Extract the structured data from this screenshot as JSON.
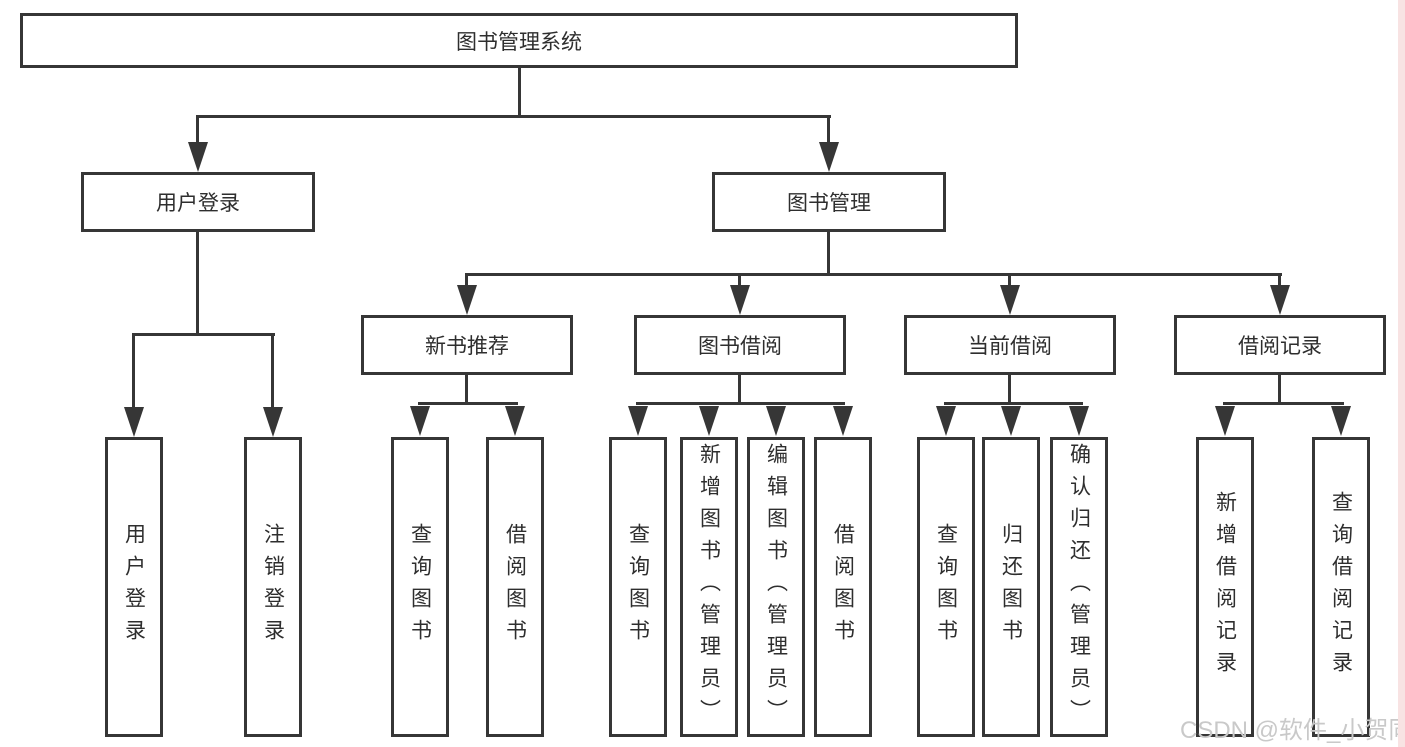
{
  "diagram": {
    "root": {
      "label": "图书管理系统"
    },
    "branches": [
      {
        "label": "用户登录",
        "children": [
          {
            "label": "用户登录"
          },
          {
            "label": "注销登录"
          }
        ]
      },
      {
        "label": "图书管理",
        "children": [
          {
            "label": "新书推荐",
            "children": [
              {
                "label": "查询图书"
              },
              {
                "label": "借阅图书"
              }
            ]
          },
          {
            "label": "图书借阅",
            "children": [
              {
                "label": "查询图书"
              },
              {
                "label": "新增图书（管理员）"
              },
              {
                "label": "编辑图书（管理员）"
              },
              {
                "label": "借阅图书"
              }
            ]
          },
          {
            "label": "当前借阅",
            "children": [
              {
                "label": "查询图书"
              },
              {
                "label": "归还图书"
              },
              {
                "label": "确认归还（管理员）"
              }
            ]
          },
          {
            "label": "借阅记录",
            "children": [
              {
                "label": "新增借阅记录"
              },
              {
                "label": "查询借阅记录"
              }
            ]
          }
        ]
      }
    ]
  },
  "watermark": {
    "text": "CSDN @软件_小贺同学"
  },
  "colors": {
    "line": "#363636",
    "text": "#2e2e2e",
    "box_background": "#ffffff",
    "page_background": "#ffffff",
    "watermark": "#c9c9c9",
    "right_edge_strip": "#f8e3e3"
  }
}
